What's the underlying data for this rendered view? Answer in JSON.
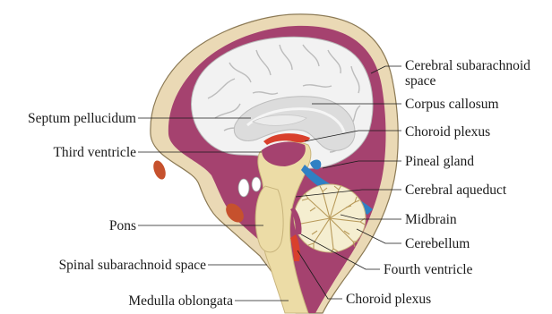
{
  "labels": {
    "cerebral_subarachnoid_space": [
      "Cerebral subarachnoid",
      "space"
    ],
    "corpus_callosum": "Corpus callosum",
    "choroid_plexus_upper": "Choroid plexus",
    "pineal_gland": "Pineal gland",
    "cerebral_aqueduct": "Cerebral aqueduct",
    "midbrain": "Midbrain",
    "cerebellum": "Cerebellum",
    "fourth_ventricle": "Fourth ventricle",
    "choroid_plexus_lower": "Choroid plexus",
    "septum_pellucidum": "Septum pellucidum",
    "third_ventricle": "Third ventricle",
    "pons": "Pons",
    "spinal_subarachnoid_space": "Spinal subarachnoid space",
    "medulla_oblongata": "Medulla oblongata"
  },
  "colors": {
    "skull": "#ead9b5",
    "skull_outline": "#8c7a55",
    "csf_space": "#a5426f",
    "brain": "#f2f2f2",
    "white_matter": "#dcdcdc",
    "brainstem": "#ecdca6",
    "choroid_plexus": "#d9402c",
    "aqueduct": "#2f80c4",
    "leader_line": "#1a1a1a"
  }
}
